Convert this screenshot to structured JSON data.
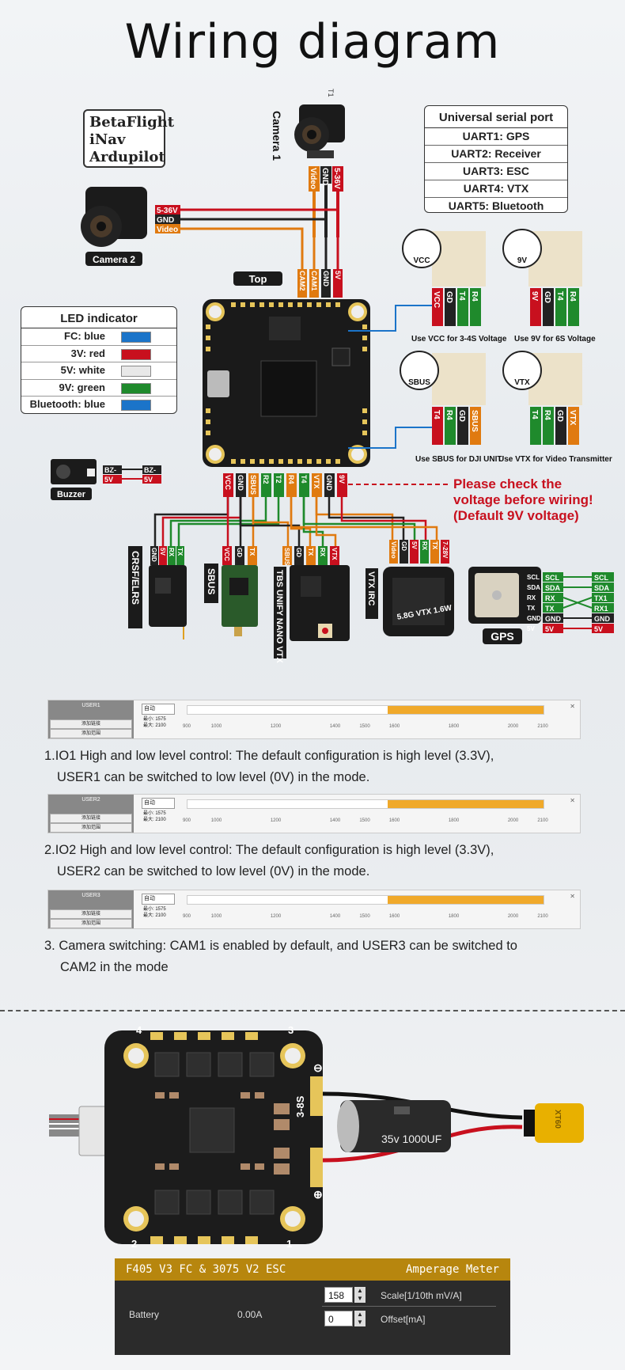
{
  "title": "Wiring diagram",
  "firmware": [
    "BetaFlight",
    "iNav",
    "Ardupilot"
  ],
  "serial_port": {
    "header": "Universal serial port",
    "rows": [
      "UART1: GPS",
      "UART2: Receiver",
      "UART3: ESC",
      "UART4: VTX",
      "UART5: Bluetooth"
    ]
  },
  "led": {
    "header": "LED indicator",
    "rows": [
      {
        "label": "FC:  blue",
        "color": "#1b74c9"
      },
      {
        "label": "3V:  red",
        "color": "#c8101e"
      },
      {
        "label": "5V:  white",
        "color": "#e8e8e8"
      },
      {
        "label": "9V:  green",
        "color": "#1f8a2c"
      },
      {
        "label": "Bluetooth:  blue",
        "color": "#1b74c9"
      }
    ]
  },
  "cameras": {
    "cam1": "Camera 1",
    "cam1_small": "T1",
    "cam1_wires": [
      "Video",
      "GND",
      "5-36V"
    ],
    "cam2": "Camera 2",
    "cam2_wires": [
      "5-36V",
      "GND",
      "Video"
    ]
  },
  "board": {
    "top_label": "Top",
    "top_pads": [
      "CAM2",
      "CAM1",
      "GND",
      "5V"
    ],
    "bottom_pads": [
      "VCC",
      "GND",
      "SBUS",
      "R2",
      "T2",
      "R4",
      "T4",
      "VTX",
      "GND",
      "9V"
    ]
  },
  "selectors": [
    {
      "badge": "VCC",
      "pins": [
        "VCC",
        "GD",
        "T4",
        "R4"
      ],
      "note": "Use VCC for 3-4S Voltage"
    },
    {
      "badge": "9V",
      "pins": [
        "9V",
        "GD",
        "T4",
        "R4"
      ],
      "note": "Use 9V for 6S Voltage"
    },
    {
      "badge": "SBUS",
      "pins": [
        "T4",
        "R4",
        "GD",
        "SBUS"
      ],
      "note": "Use SBUS for DJI UNIT"
    },
    {
      "badge": "VTX",
      "pins": [
        "T4",
        "R4",
        "GD",
        "VTX"
      ],
      "note": "Use VTX for Video Transmitter"
    }
  ],
  "buzzer": {
    "label": "Buzzer",
    "pins": [
      "BZ-",
      "5V"
    ],
    "pins2": [
      "BZ-",
      "5V"
    ]
  },
  "warning": [
    "Please check the",
    "voltage before wiring!",
    "(Default 9V voltage)"
  ],
  "peripherals": {
    "crsf": {
      "label": "CRSF/ELRS",
      "pins": [
        "GND",
        "5V",
        "RX",
        "TX"
      ]
    },
    "sbus": {
      "label": "SBUS",
      "pins": [
        "VCC",
        "GD",
        "TX"
      ]
    },
    "tbs": {
      "label": "TBS UNIFY NANO VTX",
      "pins": [
        "SBUS",
        "GD",
        "TX",
        "RX",
        "VTX"
      ]
    },
    "vtx": {
      "label": "VTX IRC",
      "chip": "5.8G VTX 1.6W",
      "pins": [
        "Video",
        "GD",
        "5V",
        "RX",
        "TX",
        "7-28V"
      ]
    },
    "gps": {
      "label": "GPS",
      "pins": [
        "SCL",
        "SDA",
        "RX",
        "TX",
        "GND",
        "5V"
      ],
      "wires_in": [
        "SCL",
        "SDA",
        "RX",
        "TX",
        "GND",
        "5V"
      ],
      "wires_out": [
        "SCL",
        "SDA",
        "TX1",
        "RX1",
        "GND",
        "5V"
      ]
    }
  },
  "panels": [
    {
      "name": "USER1",
      "btn1": "添加链接",
      "btn2": "添加范围",
      "mode": "自动",
      "min": "最小: 1575",
      "max": "最大: 2100",
      "ticks": [
        "900",
        "1000",
        "1200",
        "1400",
        "1500",
        "1600",
        "1800",
        "2000",
        "2100"
      ]
    },
    {
      "name": "USER2",
      "btn1": "添加链接",
      "btn2": "添加范围",
      "mode": "自动",
      "min": "最小: 1575",
      "max": "最大: 2100",
      "ticks": [
        "900",
        "1000",
        "1200",
        "1400",
        "1500",
        "1600",
        "1800",
        "2000",
        "2100"
      ]
    },
    {
      "name": "USER3",
      "btn1": "添加链接",
      "btn2": "添加范围",
      "mode": "自动",
      "min": "最小: 1575",
      "max": "最大: 2100",
      "ticks": [
        "900",
        "1000",
        "1200",
        "1400",
        "1500",
        "1600",
        "1800",
        "2000",
        "2100"
      ]
    }
  ],
  "range_fill": {
    "start": 1575,
    "end": 2100,
    "min": 900,
    "max": 2100
  },
  "descriptions": [
    [
      "1.IO1 High and low level control: The default configuration is high level (3.3V),",
      "USER1 can be switched to low level (0V) in the mode."
    ],
    [
      "2.IO2 High and low level control: The default configuration is high level (3.3V),",
      "USER2 can be switched to low level (0V) in the mode."
    ],
    [
      "3. Camera switching: CAM1 is enabled by default, and USER3 can be switched to",
      "CAM2 in the mode"
    ]
  ],
  "esc": {
    "corners": [
      "4",
      "3",
      "2",
      "1"
    ],
    "cells": "3-8S",
    "capacitor": "35v 1000UF",
    "connector": "XT60"
  },
  "meter": {
    "title": "F405 V3 FC & 3075 V2 ESC",
    "section": "Amperage Meter",
    "label": "Battery",
    "value": "0.00A",
    "scale_value": "158",
    "scale_label": "Scale[1/10th mV/A]",
    "offset_value": "0",
    "offset_label": "Offset[mA]"
  }
}
